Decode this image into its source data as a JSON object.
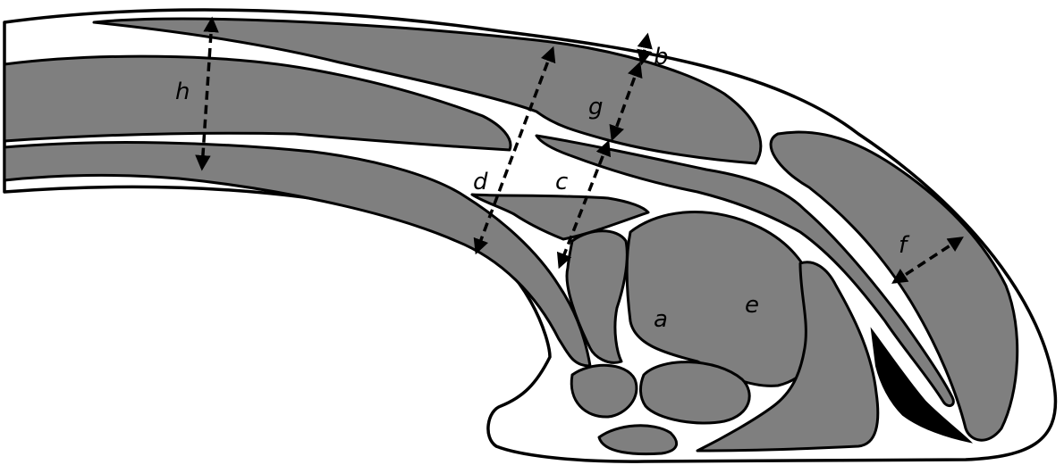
{
  "figure": {
    "labels": {
      "a": "a",
      "b": "b",
      "c": "c",
      "d": "d",
      "e": "e",
      "f": "f",
      "g": "g",
      "h": "h"
    },
    "colors": {
      "muscle_fill": "#7f7f7f",
      "outline": "#000000",
      "background": "#ffffff"
    }
  }
}
